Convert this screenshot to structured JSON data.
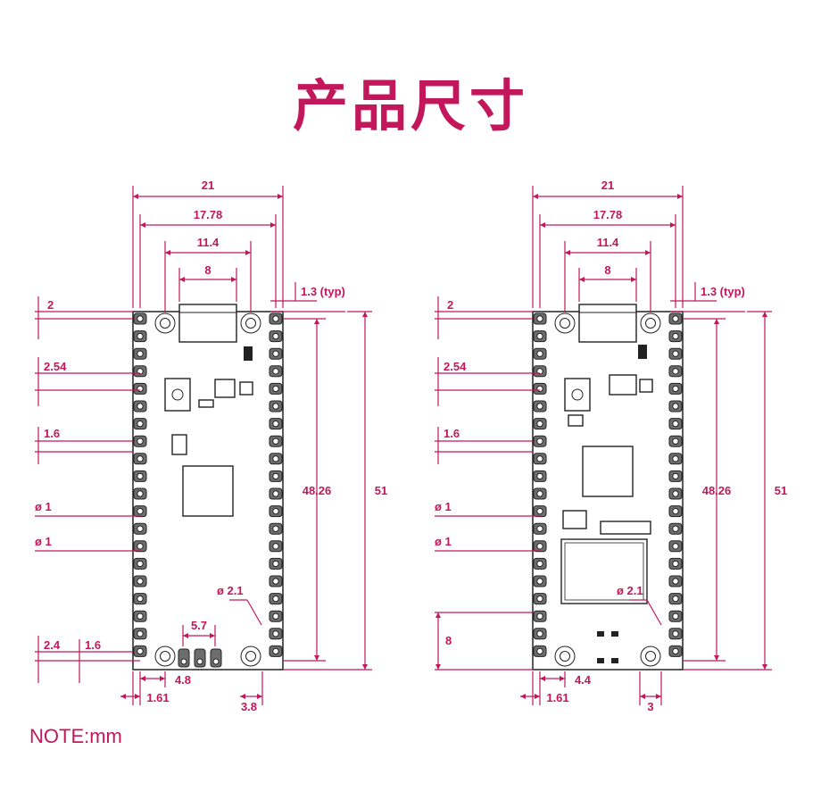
{
  "title": "产品尺寸",
  "note": "NOTE:mm",
  "diagrams": [
    {
      "name": "left-board",
      "dims": {
        "width": "21",
        "pin_span": "17.78",
        "hole_span": "11.4",
        "usb_width": "8",
        "usb_overhang": "1.3 (typ)",
        "top_margin": "2",
        "pin_pitch": "2.54",
        "pad_size": "1.6",
        "pin_hole_1": "ø 1",
        "pin_hole_2": "ø 1",
        "mount_hole": "ø 2.1",
        "pin_row_length": "48.26",
        "board_length": "51",
        "bottom_offset": "2.4",
        "bottom_pad": "1.6",
        "swd_width": "5.7",
        "hole_x_offset": "4.8",
        "pin_x_offset": "1.61",
        "hole_edge": "3.8"
      }
    },
    {
      "name": "right-board",
      "dims": {
        "width": "21",
        "pin_span": "17.78",
        "hole_span": "11.4",
        "usb_width": "8",
        "usb_overhang": "1.3 (typ)",
        "top_margin": "2",
        "pin_pitch": "2.54",
        "pad_size": "1.6",
        "pin_hole_1": "ø 1",
        "pin_hole_2": "ø 1",
        "mount_hole": "ø 2.1",
        "pin_row_length": "48.26",
        "board_length": "51",
        "hole_height": "8",
        "hole_x_offset": "4.4",
        "pin_x_offset": "1.61",
        "hole_edge": "3"
      }
    }
  ]
}
